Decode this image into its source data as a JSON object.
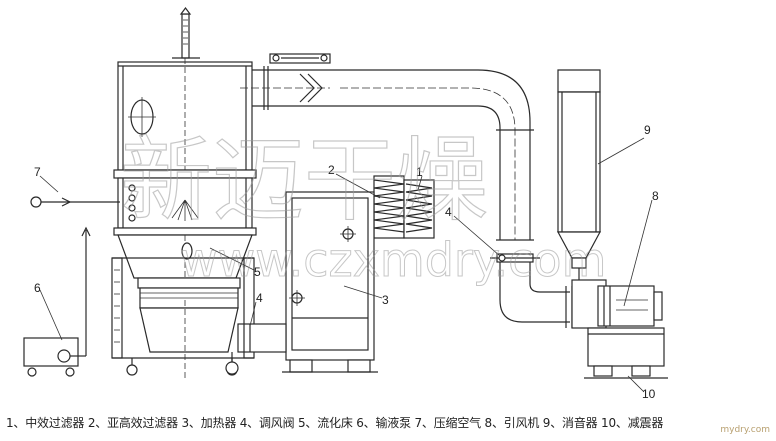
{
  "labels": [
    "1",
    "2",
    "3",
    "4",
    "4",
    "5",
    "6",
    "7",
    "8",
    "9",
    "10"
  ],
  "watermark": {
    "chinese": "新迈干燥",
    "url": "www.czxmdry.com"
  },
  "caption": "1、中效过滤器 2、亚高效过滤器 3、加热器 4、调风阀 5、流化床 6、输液泵 7、压缩空气 8、引风机 9、消音器 10、减震器",
  "corner_mark": "mydry.com"
}
